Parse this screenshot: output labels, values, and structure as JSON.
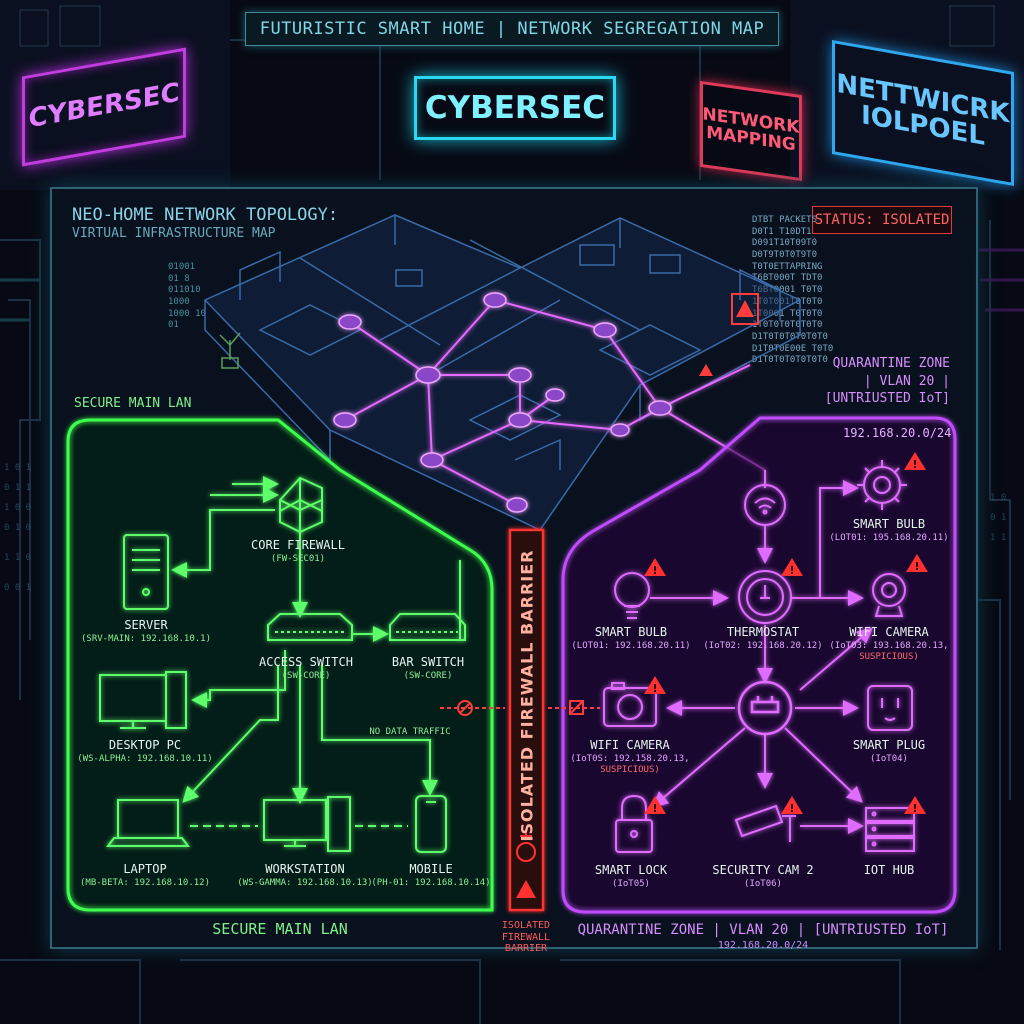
{
  "header": {
    "title": "FUTURISTIC SMART HOME  |  NETWORK SEGREGATION MAP",
    "signs": [
      "CYBERSEC",
      "CYBERSEC",
      "NETWORK MAPPING",
      "NETTWICRK IOLPOEL"
    ]
  },
  "topology": {
    "title": "NEO-HOME NETWORK TOPOLOGY:",
    "subtitle": "VIRTUAL INFRASTRUCTURE MAP",
    "status": "STATUS: ISOLATED",
    "data_stream_right": [
      "DTBT PACKETS",
      "D0T1 T10DT1",
      "D091T10T09T0",
      "D0T9T0T0T9T0",
      "T0T0ETTAPRING",
      "T6BT000T TDT0",
      "T6BT0001 T0T0",
      "1T0T001T0T0T0",
      "1T0001 T0T0T0",
      "1T0T0T0T0T0T0",
      "D1T0T0T0T0T0T0",
      "D1T0T0E00E T0T0",
      "D1T0T0T0T0T0T0"
    ],
    "data_stream_left": [
      "01001",
      "01 8",
      "011010",
      "1000",
      "1000 10",
      "01"
    ]
  },
  "secure_lan": {
    "title": "SECURE MAIN LAN",
    "footer": "SECURE MAIN LAN",
    "devices": [
      {
        "id": "core-firewall",
        "label": "CORE FIREWALL",
        "sub": "(FW-SEC01)"
      },
      {
        "id": "server",
        "label": "SERVER",
        "sub": "(SRV-MAIN: 192.168.10.1)"
      },
      {
        "id": "access-switch",
        "label": "ACCESS SWITCH",
        "sub": "(SW-CORE)"
      },
      {
        "id": "bar-switch",
        "label": "BAR SWITCH",
        "sub": "(SW-CORE)"
      },
      {
        "id": "desktop-pc",
        "label": "DESKTOP PC",
        "sub": "(WS-ALPHA: 192.168.10.11)"
      },
      {
        "id": "laptop",
        "label": "LAPTOP",
        "sub": "(MB-BETA: 192.168.10.12)"
      },
      {
        "id": "workstation",
        "label": "WORKSTATION",
        "sub": "(WS-GAMMA: 192.168.10.13)"
      },
      {
        "id": "mobile",
        "label": "MOBILE",
        "sub": "(PH-01: 192.168.10.14)"
      }
    ],
    "no_data_label": "NO DATA TRAFFIC"
  },
  "barrier": {
    "label": "ISOLATED FIREWALL BARRIER",
    "footer": "ISOLATED FIREWALL BARRIER"
  },
  "quarantine": {
    "title_lines": [
      "QUARANTINE ZONE",
      "| VLAN 20 |",
      "[UNTRIUSTED IoT]"
    ],
    "subnet": "192.168.20.0/24",
    "footer": "QUARANTINE ZONE | VLAN 20 | [UNTRIUSTED IoT]",
    "footer_subnet": "192.168.20.0/24",
    "devices": [
      {
        "id": "smart-bulb-top",
        "label": "SMART BULB",
        "sub": "(LOT01: 195.168.20.11)"
      },
      {
        "id": "smart-bulb",
        "label": "SMART BULB",
        "sub": "(LOT01: 192.168.20.11)"
      },
      {
        "id": "thermostat",
        "label": "THERMOSTAT",
        "sub": "(IoT02: 192.168.20.12)"
      },
      {
        "id": "wifi-camera-right",
        "label": "WIFI CAMERA",
        "sub": "(IoT03: 193.168.20.13,",
        "sub2": "SUSPICIOUS)"
      },
      {
        "id": "wifi-camera-left",
        "label": "WIFI CAMERA",
        "sub": "(IoT0S: 192.158.20.13,",
        "sub2": "SUSPICIOUS)"
      },
      {
        "id": "smart-plug",
        "label": "SMART PLUG",
        "sub": "(IoT04)"
      },
      {
        "id": "smart-lock",
        "label": "SMART LOCK",
        "sub": "(IoT05)"
      },
      {
        "id": "security-cam-2",
        "label": "SECURITY CAM 2",
        "sub": "(IoT06)"
      },
      {
        "id": "iot-hub",
        "label": "IOT HUB",
        "sub": ""
      }
    ]
  },
  "colors": {
    "secure": "#3cff4e",
    "quarantine": "#c14cff",
    "barrier": "#ff3030",
    "accent": "#2bd8f2"
  }
}
